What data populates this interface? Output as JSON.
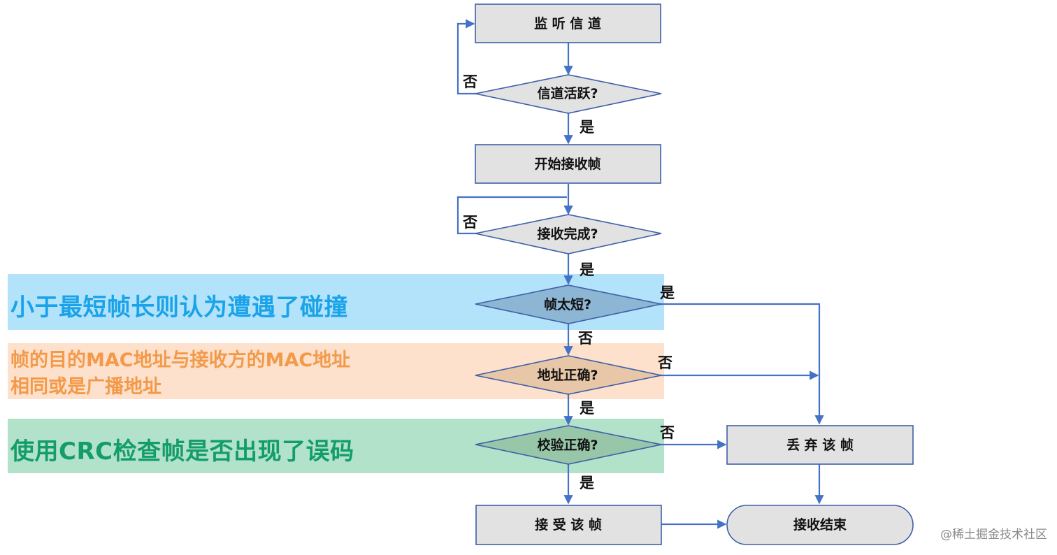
{
  "nodes": {
    "listen": "监 听 信 道",
    "channel_active": "信道活跃?",
    "start_receive": "开始接收帧",
    "receive_done": "接收完成?",
    "frame_short": "帧太短?",
    "address_ok": "地址正确?",
    "checksum_ok": "校验正确?",
    "accept": "接 受 该 帧",
    "discard": "丢 弃 该 帧",
    "end": "接收结束"
  },
  "edge_labels": {
    "yes": "是",
    "no": "否"
  },
  "annotations": {
    "short_frame": "小于最短帧长则认为遭遇了碰撞",
    "address_line1": "帧的目的MAC地址与接收方的MAC地址",
    "address_line2": "相同或是广播地址",
    "crc": "使用CRC检查帧是否出现了误码"
  },
  "colors": {
    "annotation_blue": "#1aa3e8",
    "annotation_orange": "#f39a4a",
    "annotation_green": "#139d68",
    "band_blue": "#b3e3fb",
    "band_orange": "#fde1cc",
    "band_green": "#b3e2cb",
    "connector": "#4472c4",
    "node_fill": "#e2e2e2"
  },
  "watermark": "@稀土掘金技术社区"
}
